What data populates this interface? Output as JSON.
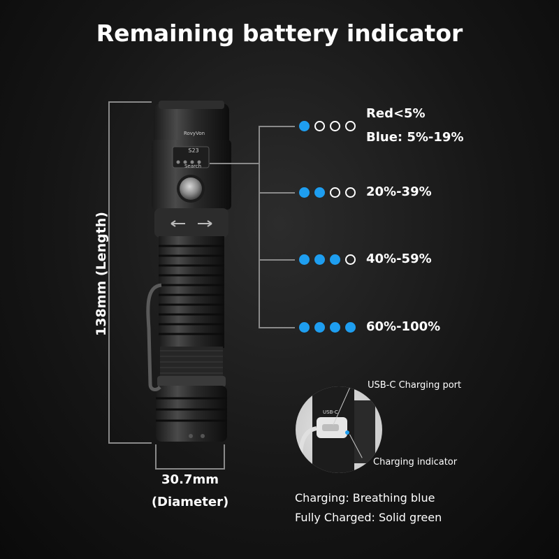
{
  "title": "Remaining battery indicator",
  "colors": {
    "led_on": "#1e9ef0",
    "led_off_ring": "#ffffff",
    "background": "#161616"
  },
  "dimensions": {
    "length": "138mm (Length)",
    "diameter": "30.7mm",
    "diameter_note": "(Diameter)"
  },
  "flashlight": {
    "brand": "RovyVon",
    "model": "S23",
    "button_label": "Search"
  },
  "levels": [
    {
      "lit": 1,
      "total": 4,
      "line1": "Red<5%",
      "line2": "Blue: 5%-19%"
    },
    {
      "lit": 2,
      "total": 4,
      "label": "20%-39%"
    },
    {
      "lit": 3,
      "total": 4,
      "label": "40%-59%"
    },
    {
      "lit": 4,
      "total": 4,
      "label": "60%-100%"
    }
  ],
  "charging": {
    "port_label": "USB-C Charging port",
    "indicator_label": "Charging indicator",
    "usb_text": "USB-C",
    "status_charging": "Charging: Breathing blue",
    "status_full": "Fully Charged: Solid green"
  }
}
